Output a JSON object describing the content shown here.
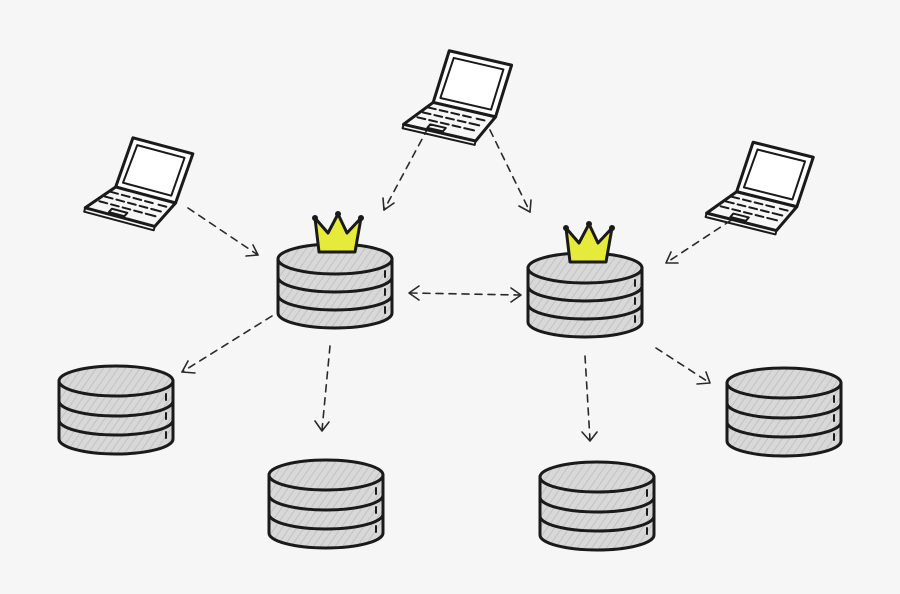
{
  "diagram": {
    "type": "database-replication",
    "colors": {
      "background": "#f6f6f6",
      "outline": "#1a1a1a",
      "cylinder_fill": "#d8d8d8",
      "crown": "#e6ea3a",
      "laptop_screen": "#ffffff"
    },
    "icons": {
      "client": "laptop-icon",
      "primary": "crowned-database-icon",
      "replica": "database-icon"
    },
    "nodes": [
      {
        "id": "client-left",
        "kind": "client"
      },
      {
        "id": "client-top",
        "kind": "client"
      },
      {
        "id": "client-right",
        "kind": "client"
      },
      {
        "id": "primary-left",
        "kind": "primary"
      },
      {
        "id": "primary-right",
        "kind": "primary"
      },
      {
        "id": "replica-far-left",
        "kind": "replica"
      },
      {
        "id": "replica-center-left",
        "kind": "replica"
      },
      {
        "id": "replica-center-right",
        "kind": "replica"
      },
      {
        "id": "replica-far-right",
        "kind": "replica"
      }
    ],
    "edges": [
      {
        "from": "client-left",
        "to": "primary-left",
        "direction": "one-way"
      },
      {
        "from": "client-top",
        "to": "primary-left",
        "direction": "one-way"
      },
      {
        "from": "client-top",
        "to": "primary-right",
        "direction": "one-way"
      },
      {
        "from": "client-right",
        "to": "primary-right",
        "direction": "one-way"
      },
      {
        "from": "primary-left",
        "to": "primary-right",
        "direction": "two-way"
      },
      {
        "from": "primary-left",
        "to": "replica-far-left",
        "direction": "one-way"
      },
      {
        "from": "primary-left",
        "to": "replica-center-left",
        "direction": "one-way"
      },
      {
        "from": "primary-right",
        "to": "replica-center-right",
        "direction": "one-way"
      },
      {
        "from": "primary-right",
        "to": "replica-far-right",
        "direction": "one-way"
      }
    ]
  }
}
